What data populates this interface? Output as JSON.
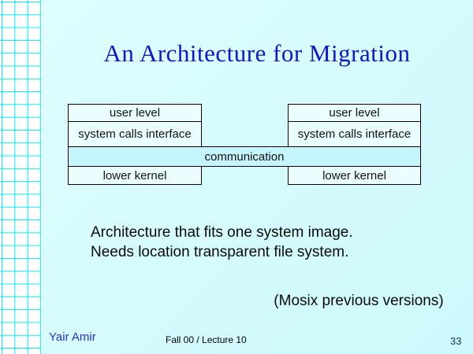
{
  "slide": {
    "title": "An Architecture for Migration",
    "page_number": "33"
  },
  "diagram": {
    "communication_label": "communication",
    "left_stack": {
      "rows": [
        "user level",
        "system calls interface",
        "lower kernel"
      ]
    },
    "right_stack": {
      "rows": [
        "user level",
        "system calls interface",
        "lower kernel"
      ]
    }
  },
  "body": {
    "line1": "Architecture that fits one system image.",
    "line2": "Needs location transparent file system.",
    "note": "(Mosix previous versions)"
  },
  "footer": {
    "author": "Yair Amir",
    "course": "Fall 00 / Lecture 10"
  },
  "colors": {
    "background": "#D2FAFC",
    "grid_line": "#00EFEF",
    "grid_paper": "#FFFFFF",
    "title_blue": "#1414CC",
    "author_blue": "#2B2BD5",
    "box_fill": "#EAFEFF",
    "communication_fill": "#C5F6FD",
    "box_border": "#000000",
    "page_number_color": "#063B5E"
  }
}
